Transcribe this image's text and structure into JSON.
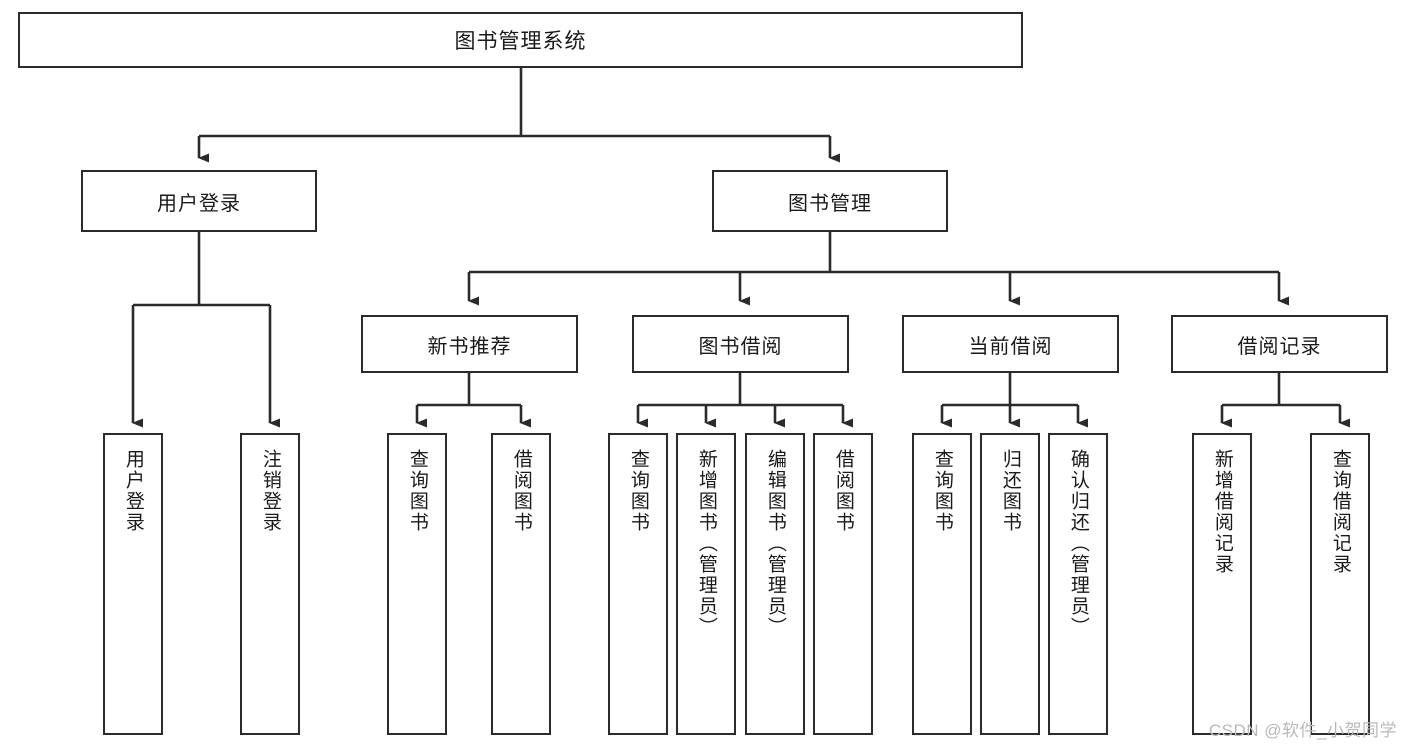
{
  "diagram": {
    "title": "图书管理系统",
    "type": "tree-hierarchy-chart",
    "orientation": "top-down",
    "colors": {
      "box_border": "#2b2b2b",
      "box_fill": "#ffffff",
      "edge": "#2b2b2b",
      "text": "#1a1a1a",
      "watermark": "#b9b9b9",
      "background": "#ffffff"
    }
  },
  "root": {
    "label": "图书管理系统"
  },
  "level2": [
    {
      "label": "用户登录"
    },
    {
      "label": "图书管理"
    }
  ],
  "level3": [
    {
      "label": "新书推荐"
    },
    {
      "label": "图书借阅"
    },
    {
      "label": "当前借阅"
    },
    {
      "label": "借阅记录"
    }
  ],
  "leaves": {
    "user_login": [
      {
        "label": "用户登录"
      },
      {
        "label": "注销登录"
      }
    ],
    "new_book_recommend": [
      {
        "label": "查询图书"
      },
      {
        "label": "借阅图书"
      }
    ],
    "book_borrow": [
      {
        "label": "查询图书"
      },
      {
        "label": "新增图书（管理员）"
      },
      {
        "label": "编辑图书（管理员）"
      },
      {
        "label": "借阅图书"
      }
    ],
    "current_borrow": [
      {
        "label": "查询图书"
      },
      {
        "label": "归还图书"
      },
      {
        "label": "确认归还（管理员）"
      }
    ],
    "borrow_record": [
      {
        "label": "新增借阅记录"
      },
      {
        "label": "查询借阅记录"
      }
    ]
  },
  "watermark": {
    "text": "CSDN @软件_小贺同学"
  }
}
